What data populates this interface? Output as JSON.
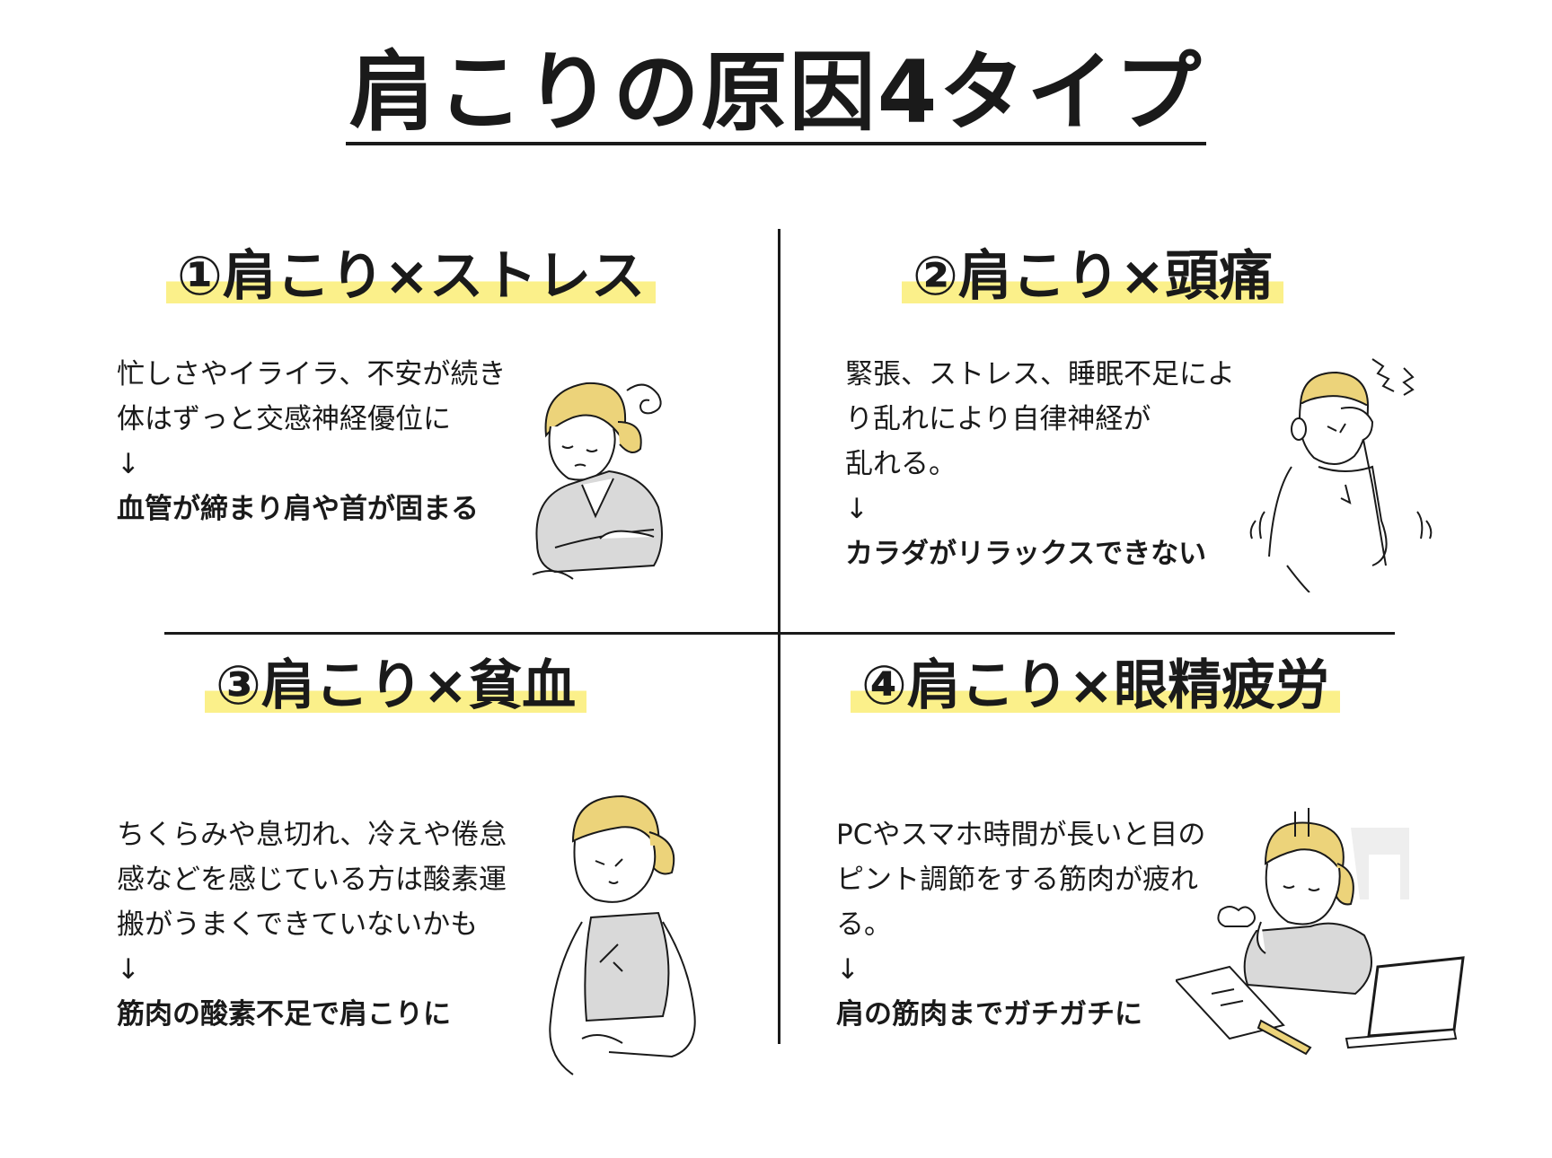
{
  "title": "肩こりの原因4タイプ",
  "sections": [
    {
      "heading": "①肩こり×ストレス",
      "lines": [
        "忙しさやイライラ、不安が続き",
        "体はずっと交感神経優位に"
      ],
      "arrow": "↓",
      "result": "血管が締まり肩や首が固まる"
    },
    {
      "heading": "②肩こり×頭痛",
      "lines": [
        "緊張、ストレス、睡眠不足によ",
        "り乱れにより自律神経が",
        "乱れる。"
      ],
      "arrow": "↓",
      "result": "カラダがリラックスできない"
    },
    {
      "heading": "③肩こり×貧血",
      "lines": [
        "ちくらみや息切れ、冷えや倦怠",
        "感などを感じている方は酸素運",
        "搬がうまくできていないかも"
      ],
      "arrow": "↓",
      "result": "筋肉の酸素不足で肩こりに"
    },
    {
      "heading": "④肩こり×眼精疲労",
      "lines": [
        "PCやスマホ時間が長いと目の",
        "ピント調節をする筋肉が疲れ",
        "る。"
      ],
      "arrow": "↓",
      "result": "肩の筋肉までガチガチに"
    }
  ],
  "colors": {
    "highlight": "#fbf08a",
    "accent_hair": "#ecd37a",
    "clothing": "#d9d9d9",
    "ink": "#1a1a1a"
  }
}
